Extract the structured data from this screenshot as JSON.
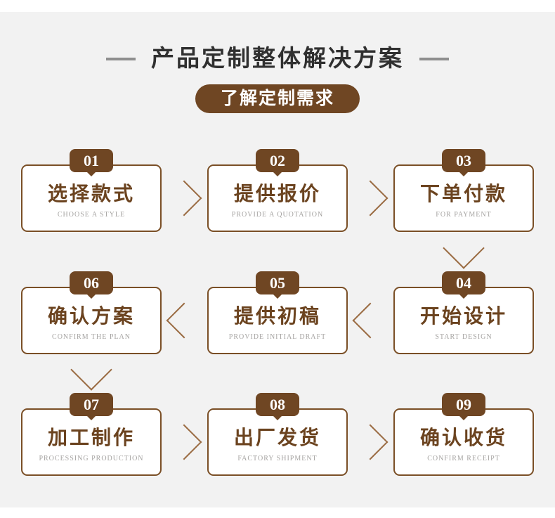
{
  "page": {
    "title": "产品定制整体解决方案",
    "subtitle_badge": "了解定制需求"
  },
  "steps": [
    {
      "number": "01",
      "title_cn": "选择款式",
      "title_en": "CHOOSE A STYLE"
    },
    {
      "number": "02",
      "title_cn": "提供报价",
      "title_en": "PROVIDE A QUOTATION"
    },
    {
      "number": "03",
      "title_cn": "下单付款",
      "title_en": "FOR PAYMENT"
    },
    {
      "number": "04",
      "title_cn": "开始设计",
      "title_en": "START DESIGN"
    },
    {
      "number": "05",
      "title_cn": "提供初稿",
      "title_en": "PROVIDE INITIAL DRAFT"
    },
    {
      "number": "06",
      "title_cn": "确认方案",
      "title_en": "CONFIRM THE PLAN"
    },
    {
      "number": "07",
      "title_cn": "加工制作",
      "title_en": "PROCESSING PRODUCTION"
    },
    {
      "number": "08",
      "title_cn": "出厂发货",
      "title_en": "FACTORY SHIPMENT"
    },
    {
      "number": "09",
      "title_cn": "确认收货",
      "title_en": "CONFIRM RECEIPT"
    }
  ],
  "flow_arrows": [
    {
      "from": "01",
      "to": "02",
      "direction": "right"
    },
    {
      "from": "02",
      "to": "03",
      "direction": "right"
    },
    {
      "from": "03",
      "to": "04",
      "direction": "down"
    },
    {
      "from": "04",
      "to": "05",
      "direction": "left"
    },
    {
      "from": "05",
      "to": "06",
      "direction": "left"
    },
    {
      "from": "06",
      "to": "07",
      "direction": "down"
    },
    {
      "from": "07",
      "to": "08",
      "direction": "right"
    },
    {
      "from": "08",
      "to": "09",
      "direction": "right"
    }
  ],
  "colors": {
    "background": "#F2F2F2",
    "brown_solid": "#6F4623",
    "card_border": "#7A4F26",
    "card_title_text": "#6B431F",
    "subtitle_text": "#A5A3A1",
    "arrow": "#9A6B42",
    "page_title_text": "#303030",
    "title_dash": "#8F8F8F"
  }
}
